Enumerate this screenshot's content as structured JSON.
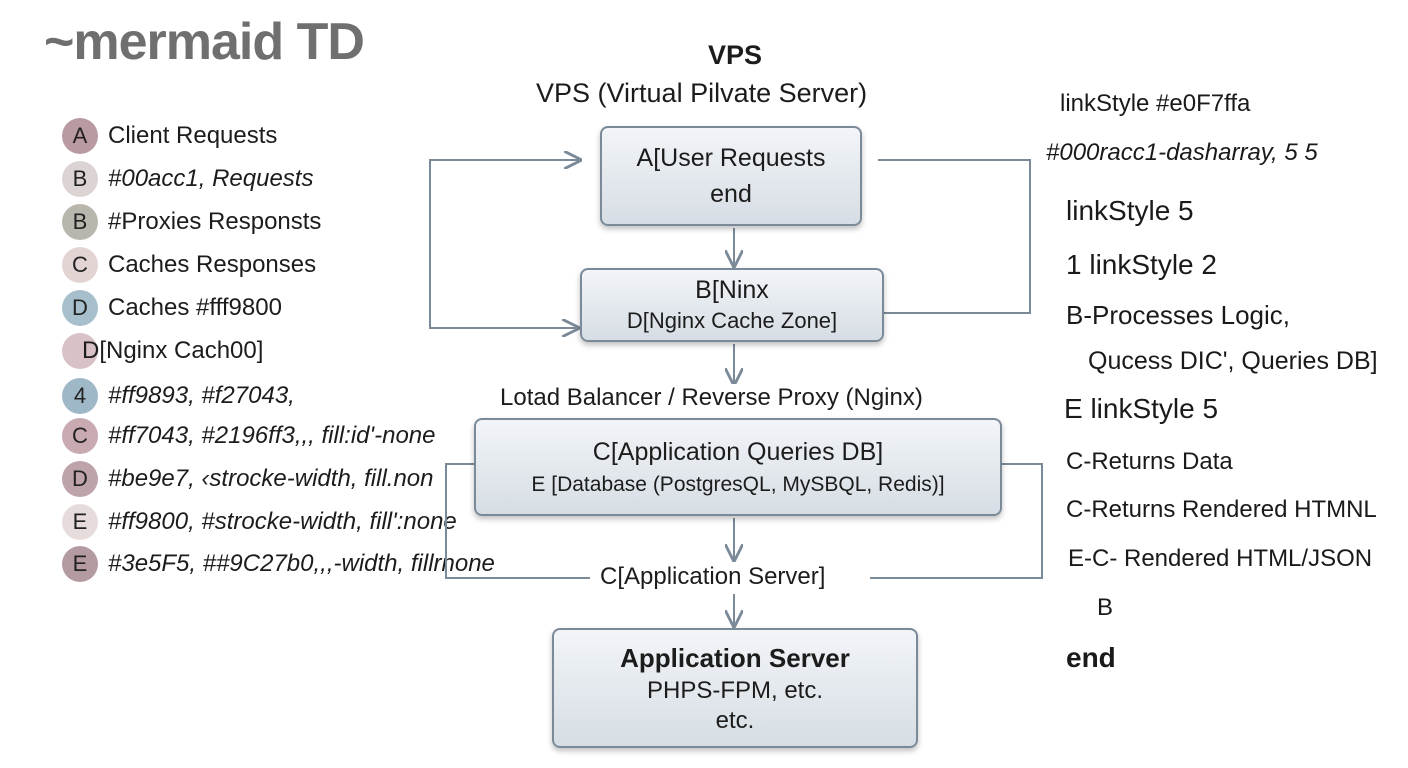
{
  "header": {
    "logo": "~mermaid TD",
    "title": "VPS",
    "subtitle": "VPS (Virtual Pilvate Server)"
  },
  "legend": [
    {
      "badge": "A",
      "text": "Client Requests",
      "italic": false,
      "color": "#b99aa1"
    },
    {
      "badge": "B",
      "text": "#00acc1, Requests",
      "italic": true,
      "color": "#dcd3d3"
    },
    {
      "badge": "B",
      "text": "#Proxies Responsts",
      "italic": false,
      "color": "#b9b6ad"
    },
    {
      "badge": "C",
      "text": "Caches Responses",
      "italic": false,
      "color": "#e3d4d4"
    },
    {
      "badge": "D",
      "text": "Caches #fff9800",
      "italic": false,
      "color": "#a7bfcd"
    },
    {
      "badge": "",
      "text": "D[Nginx Cach00]",
      "italic": false,
      "color": "#d8c2c6"
    },
    {
      "badge": "4",
      "text": "#ff9893,  #f27043,",
      "italic": true,
      "color": "#9fb8c7"
    },
    {
      "badge": "C",
      "text": "#ff7043, #2196ff3,,, fill:id'-none",
      "italic": true,
      "color": "#c8aab0"
    },
    {
      "badge": "D",
      "text": "#be9e7, ‹strocke-width, fill.non",
      "italic": true,
      "color": "#bfa3aa"
    },
    {
      "badge": "E",
      "text": "#ff9800, #strocke-width, fill':none",
      "italic": true,
      "color": "#e7dcdc"
    },
    {
      "badge": "E",
      "text": "#3e5F5, ##9C27b0,,,-width, fillrnone",
      "italic": true,
      "color": "#b39ba1"
    }
  ],
  "nodes": {
    "user_requests": {
      "line1": "A[User Requests",
      "line2": "end"
    },
    "nginx": {
      "line1": "B[Ninx",
      "line2": "D[Nginx Cache Zone]"
    },
    "app_queries": {
      "line1": "C[Application Queries DB]",
      "line2": "E [Database (PostgresQL, MySBQL, Redis)]"
    },
    "app_server": {
      "line1": "Application Server",
      "line2": "PHPS-FPM, etc.",
      "line3": "etc."
    }
  },
  "edge_labels": {
    "load_balancer": "Lotad Balancer / Reverse Proxy (Nginx)",
    "app_server_label": "C[Application Server]"
  },
  "notes": [
    "linkStyle #e0F7ffa",
    "#000racc1-dasharray, 5 5",
    "linkStyle 5",
    "1 linkStyle 2",
    "B-Processes Logic,",
    "Qucess DIC', Queries DB]",
    "E linkStyle 5",
    "C-Returns Data",
    "C-Returns Rendered HTMNL",
    "E-C- Rendered HTML/JSON",
    "B",
    "end"
  ],
  "colors": {
    "line": "#7b8a99",
    "node_border": "#7b8a99"
  }
}
